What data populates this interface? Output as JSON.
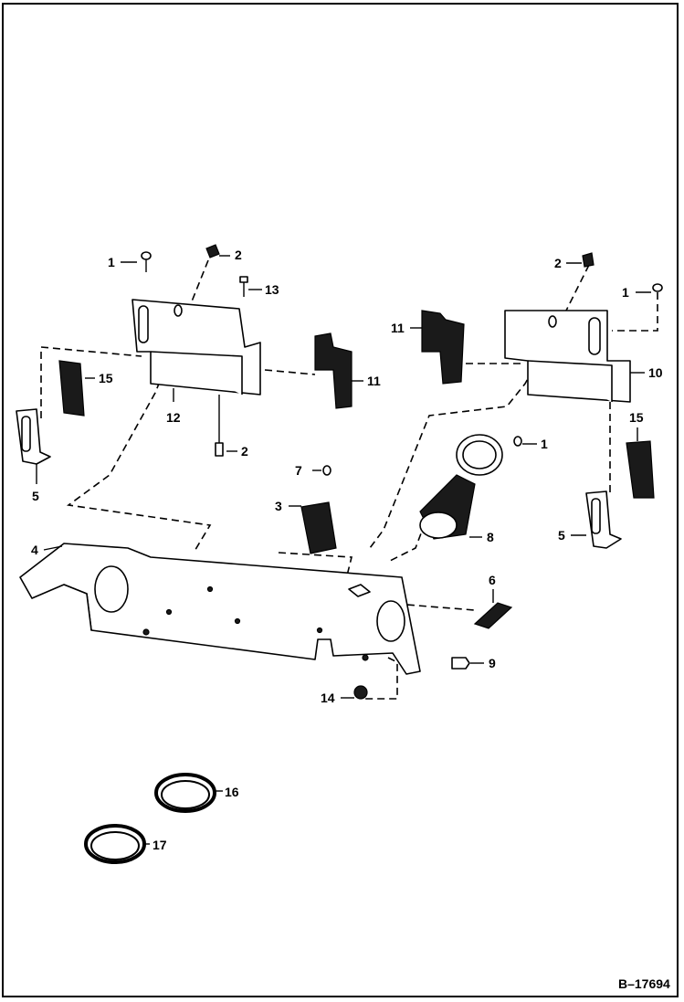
{
  "figure_id": "B–17694",
  "callouts": [
    {
      "id": "c1a",
      "label": "1"
    },
    {
      "id": "c2a",
      "label": "2"
    },
    {
      "id": "c13",
      "label": "13"
    },
    {
      "id": "c2b",
      "label": "2"
    },
    {
      "id": "c1b",
      "label": "1"
    },
    {
      "id": "c11a",
      "label": "11"
    },
    {
      "id": "c15a",
      "label": "15"
    },
    {
      "id": "c12",
      "label": "12"
    },
    {
      "id": "c11b",
      "label": "11"
    },
    {
      "id": "c10",
      "label": "10"
    },
    {
      "id": "c2c",
      "label": "2"
    },
    {
      "id": "c1c",
      "label": "1"
    },
    {
      "id": "c15b",
      "label": "15"
    },
    {
      "id": "c5a",
      "label": "5"
    },
    {
      "id": "c7",
      "label": "7"
    },
    {
      "id": "c3",
      "label": "3"
    },
    {
      "id": "c8",
      "label": "8"
    },
    {
      "id": "c5b",
      "label": "5"
    },
    {
      "id": "c4",
      "label": "4"
    },
    {
      "id": "c6",
      "label": "6"
    },
    {
      "id": "c9",
      "label": "9"
    },
    {
      "id": "c14",
      "label": "14"
    },
    {
      "id": "c16",
      "label": "16"
    },
    {
      "id": "c17",
      "label": "17"
    }
  ]
}
